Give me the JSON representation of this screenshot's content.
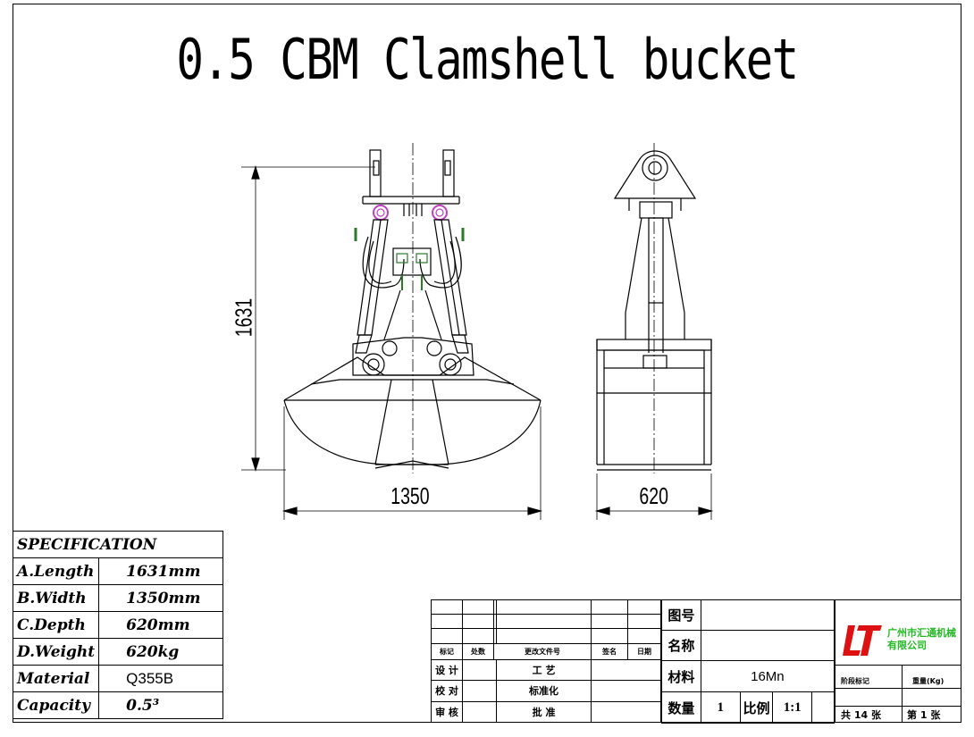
{
  "title": "0.5 CBM Clamshell bucket",
  "dimensions": {
    "height": "1631",
    "width": "1350",
    "depth": "620"
  },
  "spec": {
    "heading": "SPECIFICATION",
    "rows": [
      {
        "label": "A.Length",
        "value": "1631mm"
      },
      {
        "label": "B.Width",
        "value": "1350mm"
      },
      {
        "label": "C.Depth",
        "value": "620mm"
      },
      {
        "label": "D.Weight",
        "value": "620kg"
      },
      {
        "label": "Material",
        "value": "Q355B"
      },
      {
        "label": "Capacity",
        "value": "0.5³"
      }
    ]
  },
  "title_block": {
    "rev_headers": [
      "标记",
      "处数",
      "更改文件号",
      "签名",
      "日期"
    ],
    "sign_rows": [
      {
        "left": "设 计",
        "right": "工 艺"
      },
      {
        "left": "校 对",
        "right": "标准化"
      },
      {
        "left": "审 核",
        "right": "批 准"
      }
    ],
    "drawing_no_label": "图号",
    "name_label": "名称",
    "material_label": "材料",
    "material_value": "16Mn",
    "qty_label": "数量",
    "qty_value": "1",
    "scale_label": "比例",
    "scale_value": "1:1",
    "company": "广州市汇通机械有限公司",
    "logo_text": "LT",
    "stage_label": "阶段标记",
    "weight_label": "重量(Kg)",
    "sheets_total": "共 14 张",
    "sheet_no": "第 1 张"
  }
}
